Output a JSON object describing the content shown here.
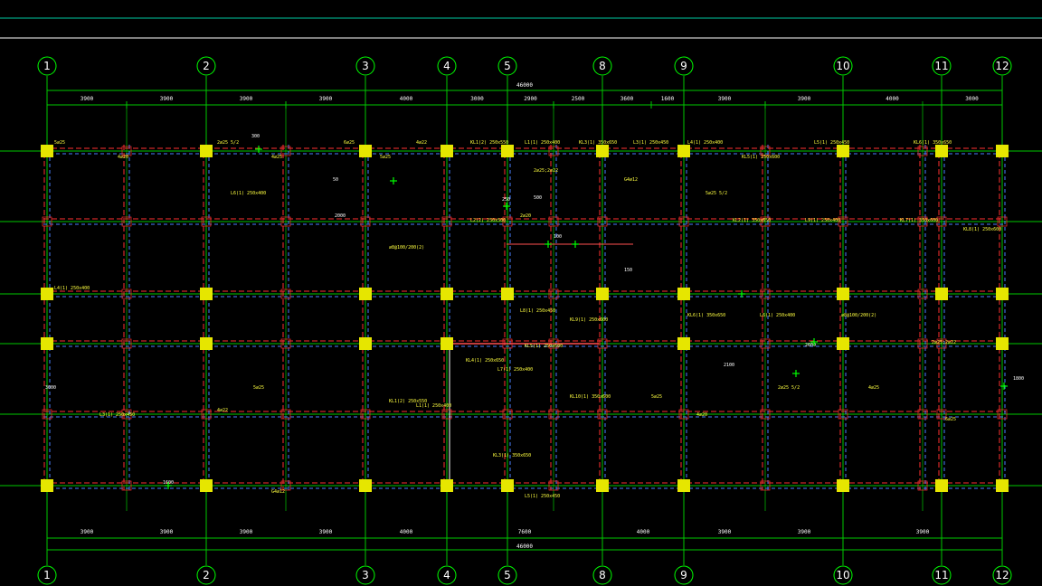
{
  "colors": {
    "background": "#000000",
    "axis_line": "#00c800",
    "axis_circle": "#00ff00",
    "column": "#e6e600",
    "beam": "#ff3030",
    "beam_dashed": "#4a7fff",
    "annotation": "#ffff40",
    "dimension_text": "#ffffff",
    "top_line": "#00c8a0"
  },
  "axes": [
    "1",
    "2",
    "3",
    "4",
    "5",
    "8",
    "9",
    "10",
    "11",
    "12"
  ],
  "dimensions": {
    "top_spans": [
      "3900",
      "3900",
      "3900",
      "3900",
      "4000",
      "3000",
      "2900",
      "2500",
      "3600",
      "1600",
      "3900",
      "3900",
      "4000",
      "3000"
    ],
    "top_total": "46000",
    "bottom_spans": [
      "3900",
      "3900",
      "3900",
      "3900",
      "4000",
      "7600",
      "4000",
      "3900",
      "3900",
      "3900"
    ],
    "bottom_total": "46000"
  },
  "beam_labels": [
    "5⌀25",
    "4⌀20",
    "2⌀25 5/2",
    "4⌀25",
    "6⌀25",
    "5⌀25",
    "4⌀22",
    "KL1(2) 250x550",
    "L1(1) 250x400",
    "KL3(1) 350x650",
    "L3(1) 250x450",
    "L4(1) 250x400",
    "KL5(1) 250x600",
    "L5(1) 250x450",
    "KL6(1) 350x650",
    "L6(1) 250x400",
    "⌀8@100/200(2)",
    "2⌀25;2⌀22",
    "G4⌀12",
    "5⌀25 5/2",
    "2⌀20",
    "L2(2) 250x500",
    "KL2(1) 350x650",
    "L9(1) 250x400",
    "KL7(1) 350x600",
    "KL8(1) 250x600",
    "L8(1) 250x450",
    "KL9(1) 250x600",
    "KL4(1) 250x650",
    "L7(1) 250x400",
    "KL10(1) 350x600"
  ],
  "misc_labels": [
    "300",
    "50",
    "250",
    "100",
    "150",
    "2100",
    "2600",
    "3000",
    "1800",
    "1600",
    "500",
    "2000"
  ]
}
